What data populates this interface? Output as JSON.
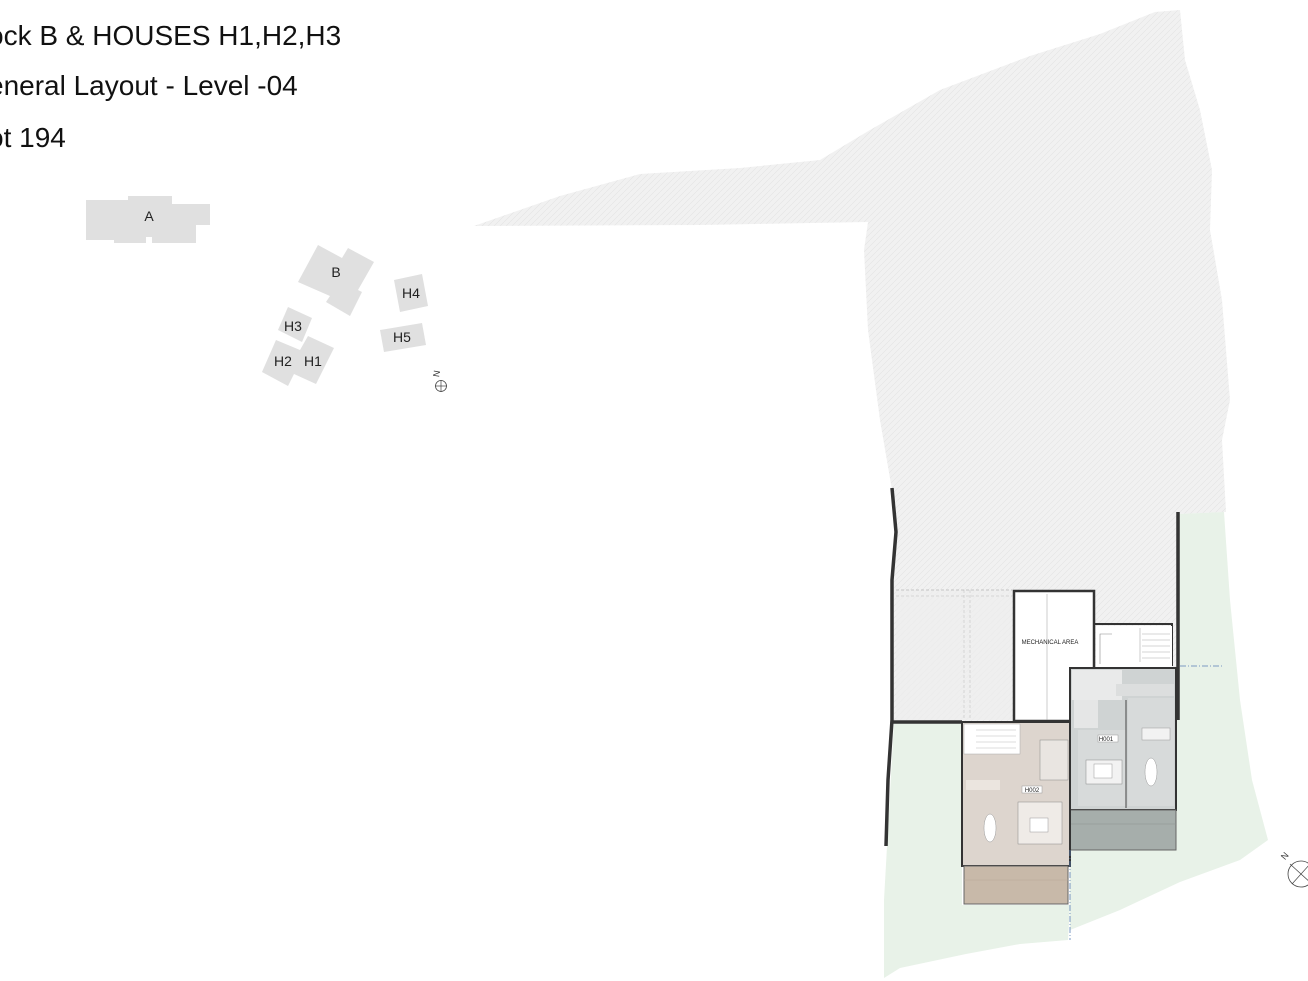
{
  "title": {
    "line1": "ock B & HOUSES H1,H2,H3",
    "line2": "eneral Layout - Level -04",
    "line3": "ot 194"
  },
  "key_plan": {
    "buildings": [
      "A",
      "B",
      "H4",
      "H3",
      "H5",
      "H2",
      "H1"
    ],
    "north": "N"
  },
  "plan": {
    "mechanical_area": "MECHANICAL AREA",
    "unit_h001": "H001",
    "unit_h002": "H002",
    "north": "N"
  },
  "colors": {
    "terrain": "#f0f0f0",
    "green": "#e8f2e8",
    "wall": "#333333",
    "h002_floor": "#ddd5ce",
    "h002_terrace": "#c8b9a9",
    "h001_floor": "#cfd3d3",
    "h001_terrace": "#a6aeab",
    "block_fill": "#e0e0e0"
  }
}
